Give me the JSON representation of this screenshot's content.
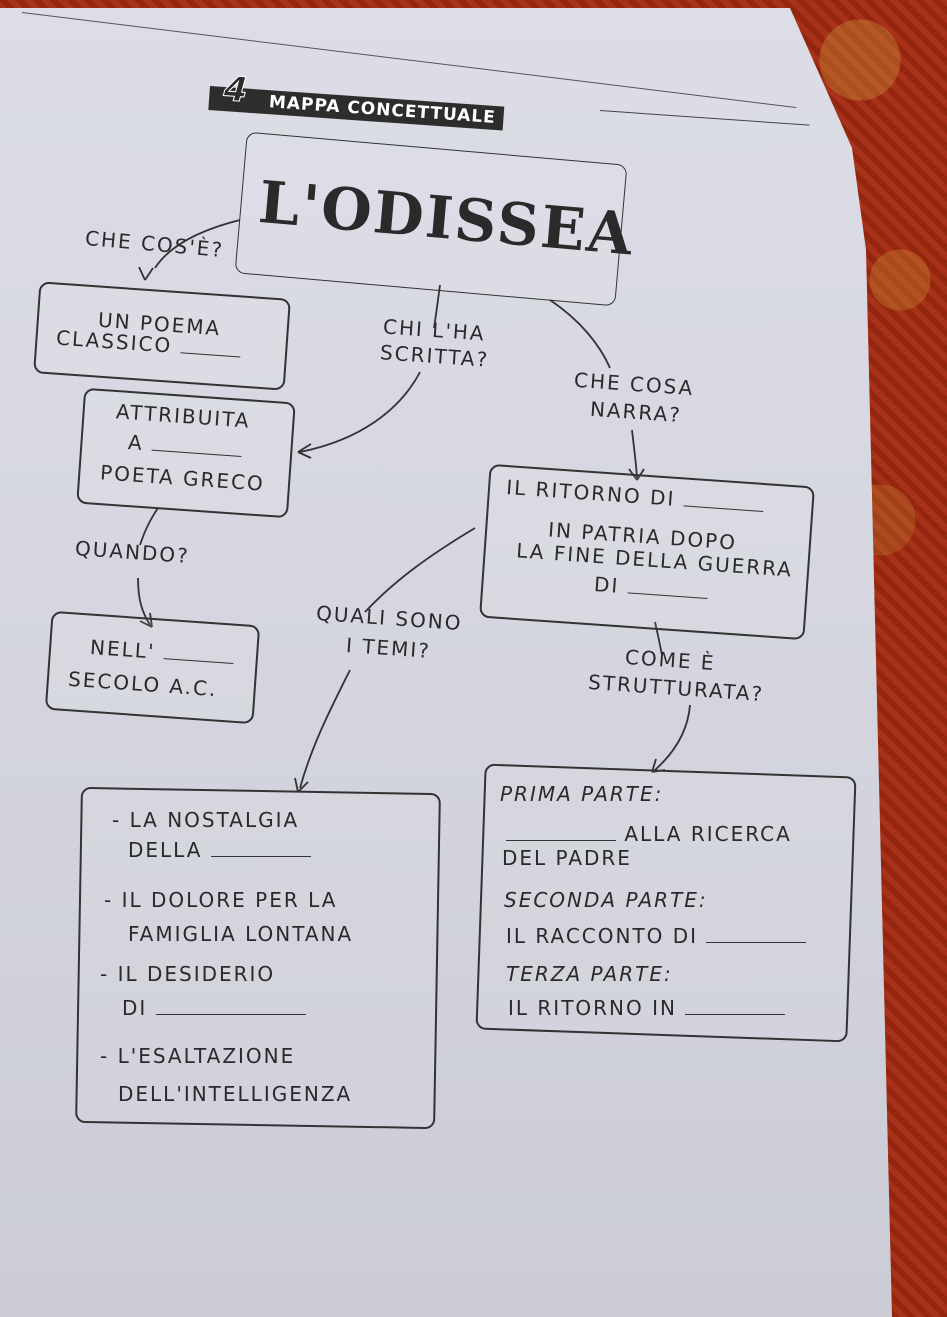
{
  "header": {
    "chapter_number": "4",
    "section_label": "MAPPA CONCETTUALE"
  },
  "title": "L'ODISSEA",
  "questions": {
    "what": "CHE COS'È?",
    "who": [
      "CHI L'HA",
      "SCRITTA?"
    ],
    "narrates": [
      "CHE COSA",
      "NARRA?"
    ],
    "when": "QUANDO?",
    "themes": [
      "QUALI SONO",
      "I TEMI?"
    ],
    "structure": [
      "COME È",
      "STRUTTURATA?"
    ]
  },
  "boxes": {
    "poem": [
      "UN POEMA",
      "CLASSICO"
    ],
    "poet": [
      "ATTRIBUITA",
      "A",
      "POETA GRECO"
    ],
    "century": [
      "NELL'",
      "SECOLO A.C."
    ],
    "plot": [
      "IL RITORNO DI",
      "IN PATRIA DOPO",
      "LA FINE DELLA GUERRA",
      "DI"
    ],
    "themes": [
      "- LA NOSTALGIA",
      "DELLA",
      "- IL DOLORE PER LA",
      "FAMIGLIA LONTANA",
      "- IL DESIDERIO",
      "DI",
      "- L'ESALTAZIONE",
      "DELL'INTELLIGENZA"
    ],
    "structure": [
      "PRIMA PARTE:",
      "ALLA RICERCA",
      "DEL PADRE",
      "SECONDA PARTE:",
      "IL RACCONTO DI",
      "TERZA PARTE:",
      "IL RITORNO IN"
    ]
  }
}
